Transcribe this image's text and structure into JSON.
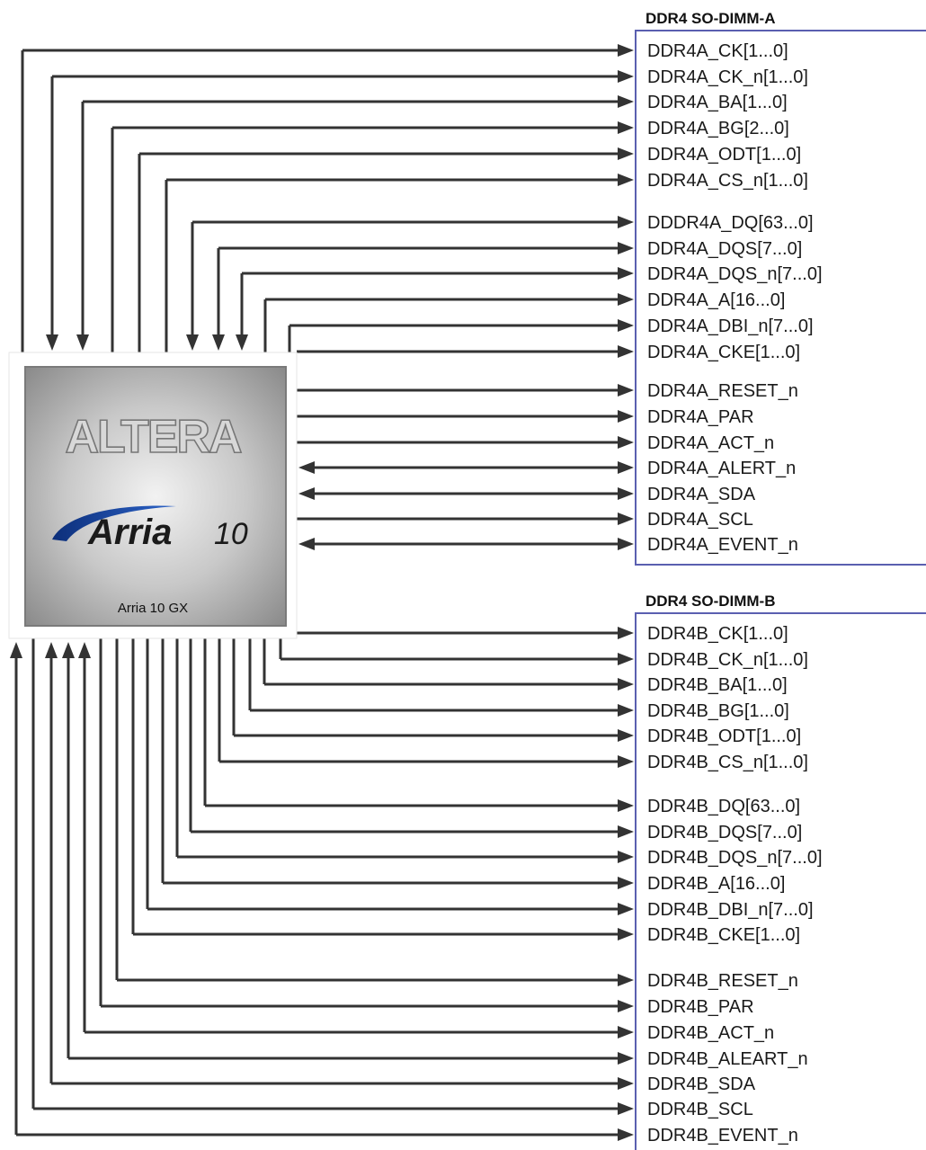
{
  "chip": {
    "brand": "ALTERA",
    "family": "Arria",
    "family_number": "10",
    "label": "Arria 10 GX"
  },
  "dimm_a": {
    "title": "DDR4 SO-DIMM-A",
    "signals": [
      {
        "name": "DDR4A_CK[1...0]",
        "dir": "out"
      },
      {
        "name": "DDR4A_CK_n[1...0]",
        "dir": "out"
      },
      {
        "name": "DDR4A_BA[1...0]",
        "dir": "out"
      },
      {
        "name": "DDR4A_BG[2...0]",
        "dir": "out"
      },
      {
        "name": "DDR4A_ODT[1...0]",
        "dir": "out"
      },
      {
        "name": "DDR4A_CS_n[1...0]",
        "dir": "out"
      },
      {
        "name": "DDDR4A_DQ[63...0]",
        "dir": "bi"
      },
      {
        "name": "DDR4A_DQS[7...0]",
        "dir": "bi"
      },
      {
        "name": "DDR4A_DQS_n[7...0]",
        "dir": "bi"
      },
      {
        "name": "DDR4A_A[16...0]",
        "dir": "out"
      },
      {
        "name": "DDR4A_DBI_n[7...0]",
        "dir": "out"
      },
      {
        "name": "DDR4A_CKE[1...0]",
        "dir": "out"
      },
      {
        "name": "DDR4A_RESET_n",
        "dir": "out"
      },
      {
        "name": "DDR4A_PAR",
        "dir": "out"
      },
      {
        "name": "DDR4A_ACT_n",
        "dir": "out"
      },
      {
        "name": "DDR4A_ALERT_n",
        "dir": "bi"
      },
      {
        "name": "DDR4A_SDA",
        "dir": "bi"
      },
      {
        "name": "DDR4A_SCL",
        "dir": "out"
      },
      {
        "name": "DDR4A_EVENT_n",
        "dir": "bi"
      }
    ]
  },
  "dimm_b": {
    "title": "DDR4 SO-DIMM-B",
    "signals": [
      {
        "name": "DDR4B_CK[1...0]",
        "dir": "out"
      },
      {
        "name": "DDR4B_CK_n[1...0]",
        "dir": "out"
      },
      {
        "name": "DDR4B_BA[1...0]",
        "dir": "out"
      },
      {
        "name": "DDR4B_BG[1...0]",
        "dir": "out"
      },
      {
        "name": "DDR4B_ODT[1...0]",
        "dir": "out"
      },
      {
        "name": "DDR4B_CS_n[1...0]",
        "dir": "out"
      },
      {
        "name": "DDR4B_DQ[63...0]",
        "dir": "out"
      },
      {
        "name": "DDR4B_DQS[7...0]",
        "dir": "out"
      },
      {
        "name": "DDR4B_DQS_n[7...0]",
        "dir": "out"
      },
      {
        "name": "DDR4B_A[16...0]",
        "dir": "out"
      },
      {
        "name": "DDR4B_DBI_n[7...0]",
        "dir": "out"
      },
      {
        "name": "DDR4B_CKE[1...0]",
        "dir": "out"
      },
      {
        "name": "DDR4B_RESET_n",
        "dir": "out"
      },
      {
        "name": "DDR4B_PAR",
        "dir": "out"
      },
      {
        "name": "DDR4B_ACT_n",
        "dir": "bi"
      },
      {
        "name": "DDR4B_ALEART_n",
        "dir": "bi"
      },
      {
        "name": "DDR4B_SDA",
        "dir": "bi"
      },
      {
        "name": "DDR4B_SCL",
        "dir": "out"
      },
      {
        "name": "DDR4B_EVENT_n",
        "dir": "bi"
      }
    ]
  },
  "colors": {
    "wire": "#333333",
    "dimm_border": "#5a5fb0",
    "brand_blue": "#1f4aa8"
  }
}
